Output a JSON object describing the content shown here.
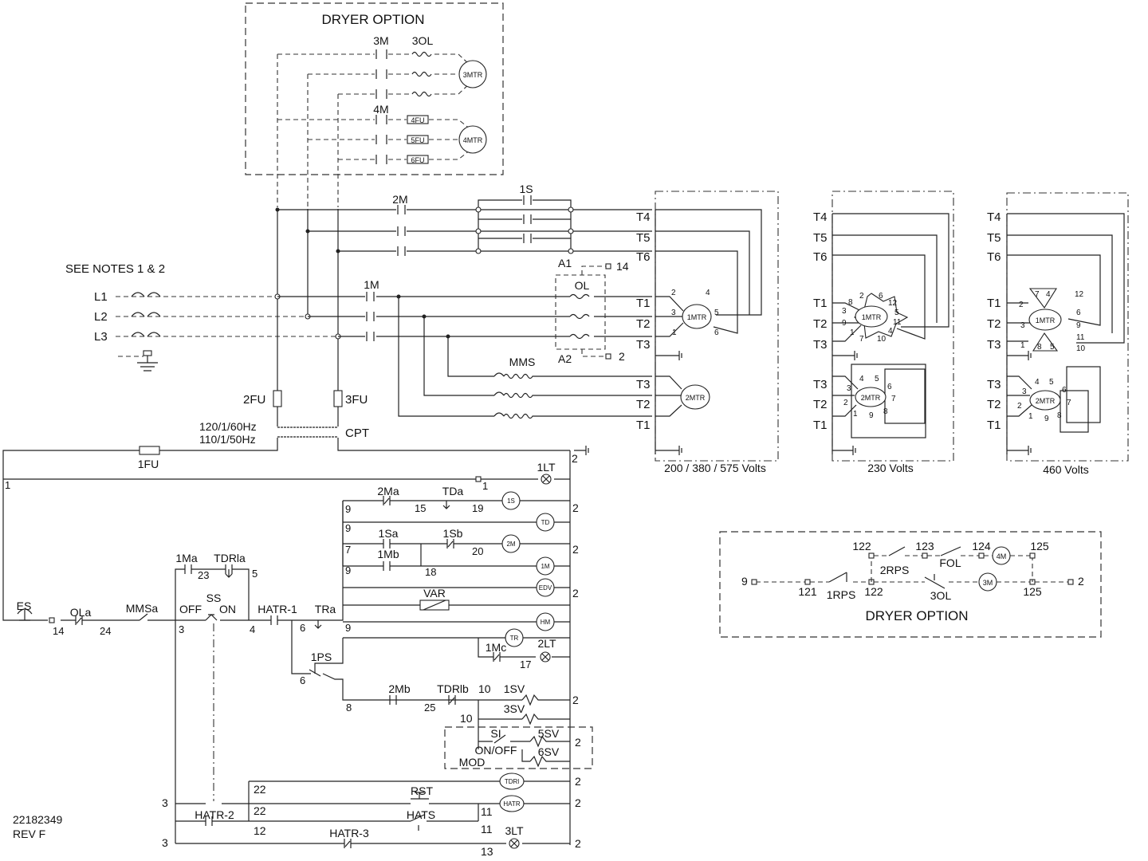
{
  "dryer_option_top": {
    "title": "DRYER OPTION",
    "contacts": [
      "3M",
      "4M"
    ],
    "overload": "3OL",
    "fuses": [
      "4FU",
      "5FU",
      "6FU"
    ],
    "motors": [
      "3MTR",
      "4MTR"
    ]
  },
  "power": {
    "notes": "SEE NOTES 1 & 2",
    "lines": [
      "L1",
      "L2",
      "L3"
    ],
    "contact_2m": "2M",
    "contact_1s": "1S",
    "contact_1m": "1M",
    "a1": "A1",
    "a1_num": "14",
    "a2": "A2",
    "a2_num": "2",
    "ol": "OL",
    "mms": "MMS",
    "fuse_2": "2FU",
    "fuse_3": "3FU",
    "transformer": "CPT",
    "voltage_60": "120/1/60Hz",
    "voltage_50": "110/1/50Hz"
  },
  "motor_panels": [
    {
      "label": "200 / 380 / 575 Volts",
      "top_terminals": [
        "T4",
        "T5",
        "T6",
        "T1",
        "T2",
        "T3"
      ],
      "bottom_terminals": [
        "T3",
        "T2",
        "T1"
      ],
      "motor1": "1MTR",
      "motor2": "2MTR",
      "lead_nums": [
        "2",
        "3",
        "1",
        "4",
        "5",
        "6"
      ]
    },
    {
      "label": "230 Volts",
      "top_terminals": [
        "T4",
        "T5",
        "T6",
        "T1",
        "T2",
        "T3"
      ],
      "bottom_terminals": [
        "T3",
        "T2",
        "T1"
      ],
      "motor1": "1MTR",
      "motor2": "2MTR",
      "lead_nums": [
        "3",
        "8",
        "9",
        "1",
        "2",
        "6",
        "12",
        "5",
        "11",
        "7",
        "10",
        "4"
      ],
      "lead_nums2": [
        "3",
        "2",
        "1",
        "4",
        "5",
        "6",
        "7",
        "8",
        "9"
      ]
    },
    {
      "label": "460 Volts",
      "top_terminals": [
        "T4",
        "T5",
        "T6",
        "T1",
        "T2",
        "T3"
      ],
      "bottom_terminals": [
        "T3",
        "T2",
        "T1"
      ],
      "motor1": "1MTR",
      "motor2": "2MTR",
      "lead_nums": [
        "7",
        "4",
        "12",
        "2",
        "6",
        "3",
        "9",
        "11",
        "1",
        "8",
        "5",
        "10"
      ],
      "lead_nums2": [
        "3",
        "2",
        "1",
        "4",
        "5",
        "6",
        "7",
        "8",
        "9"
      ]
    }
  ],
  "control": {
    "fuse_1": "1FU",
    "wire_1": "1",
    "wire_2": "2",
    "wire_3": "3",
    "wire_4": "4",
    "wire_5": "5",
    "wire_6": "6",
    "wire_7": "7",
    "wire_8": "8",
    "wire_9": "9",
    "wire_10": "10",
    "wire_11": "11",
    "wire_12": "12",
    "wire_13": "13",
    "wire_14": "14",
    "wire_15": "15",
    "wire_17": "17",
    "wire_18": "18",
    "wire_19": "19",
    "wire_20": "20",
    "wire_22": "22",
    "wire_23": "23",
    "wire_24": "24",
    "wire_25": "25",
    "es": "ES",
    "ola": "OLa",
    "mmsa": "MMSa",
    "ss": "SS",
    "ss_off": "OFF",
    "ss_on": "ON",
    "one_ma": "1Ma",
    "tdrla": "TDRla",
    "hatr1": "HATR-1",
    "tra": "TRa",
    "one_ps": "1PS",
    "two_ma": "2Ma",
    "tda": "TDa",
    "one_sa": "1Sa",
    "one_sb": "1Sb",
    "one_mb": "1Mb",
    "var": "VAR",
    "one_mc": "1Mc",
    "two_mb": "2Mb",
    "tdrlb": "TDRlb",
    "one_sv": "1SV",
    "three_sv": "3SV",
    "five_sv": "5SV",
    "six_sv": "6SV",
    "si": "SI",
    "on_off": "ON/OFF",
    "mod": "MOD",
    "rst": "RST",
    "hats": "HATS",
    "hatr2": "HATR-2",
    "hatr3": "HATR-3",
    "coils": [
      "1LT",
      "1S",
      "TD",
      "2M",
      "1M",
      "EDV",
      "HM",
      "TR",
      "2LT",
      "TDRl",
      "HATR",
      "3LT"
    ]
  },
  "dryer_option_bottom": {
    "title": "DRYER OPTION",
    "nums": [
      "9",
      "121",
      "122",
      "123",
      "124",
      "125",
      "2"
    ],
    "rps1": "1RPS",
    "rps2": "2RPS",
    "fol": "FOL",
    "ol3": "3OL",
    "m3": "3M",
    "m4": "4M"
  },
  "doc": {
    "number": "22182349",
    "rev": "REV F"
  }
}
